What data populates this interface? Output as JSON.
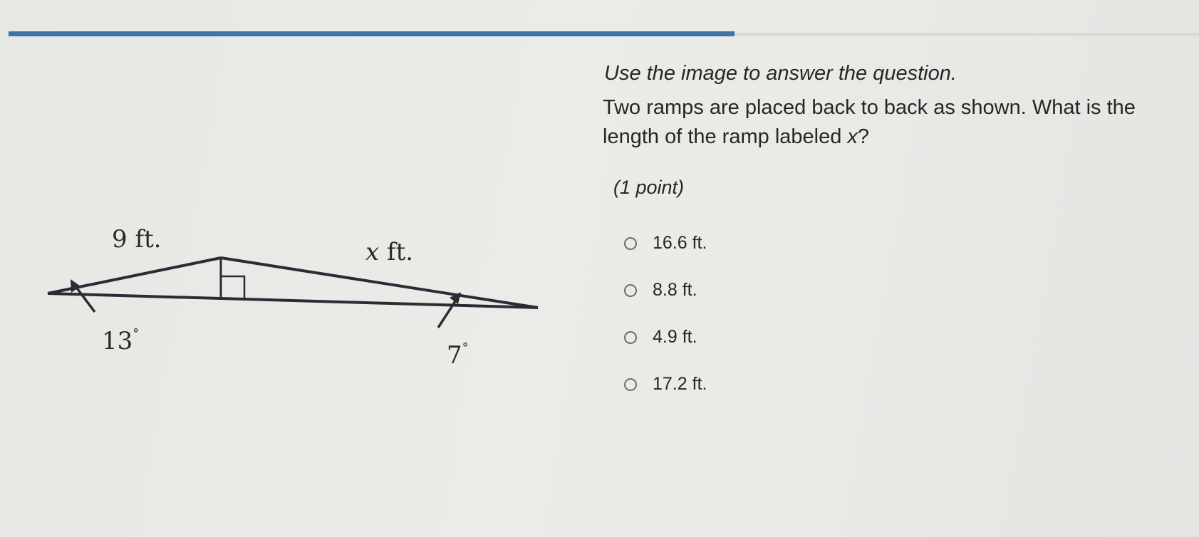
{
  "progress": {
    "fraction": 0.61,
    "fill_color": "#3f74a8"
  },
  "question": {
    "instruction": "Use the image to answer the question.",
    "text_before": "Two ramps are placed back to back as shown. What is the length of the ramp labeled ",
    "variable": "x",
    "text_after": "?",
    "points": "(1 point)"
  },
  "figure": {
    "left_side_label": "9 ft.",
    "right_side_label_var": "x",
    "right_side_label_unit": " ft.",
    "left_angle_value": "13",
    "right_angle_value": "7",
    "degree_symbol": "°"
  },
  "options": [
    {
      "label": "16.6 ft.",
      "selected": false
    },
    {
      "label": "8.8 ft.",
      "selected": false
    },
    {
      "label": "4.9 ft.",
      "selected": false
    },
    {
      "label": "17.2 ft.",
      "selected": false
    }
  ]
}
